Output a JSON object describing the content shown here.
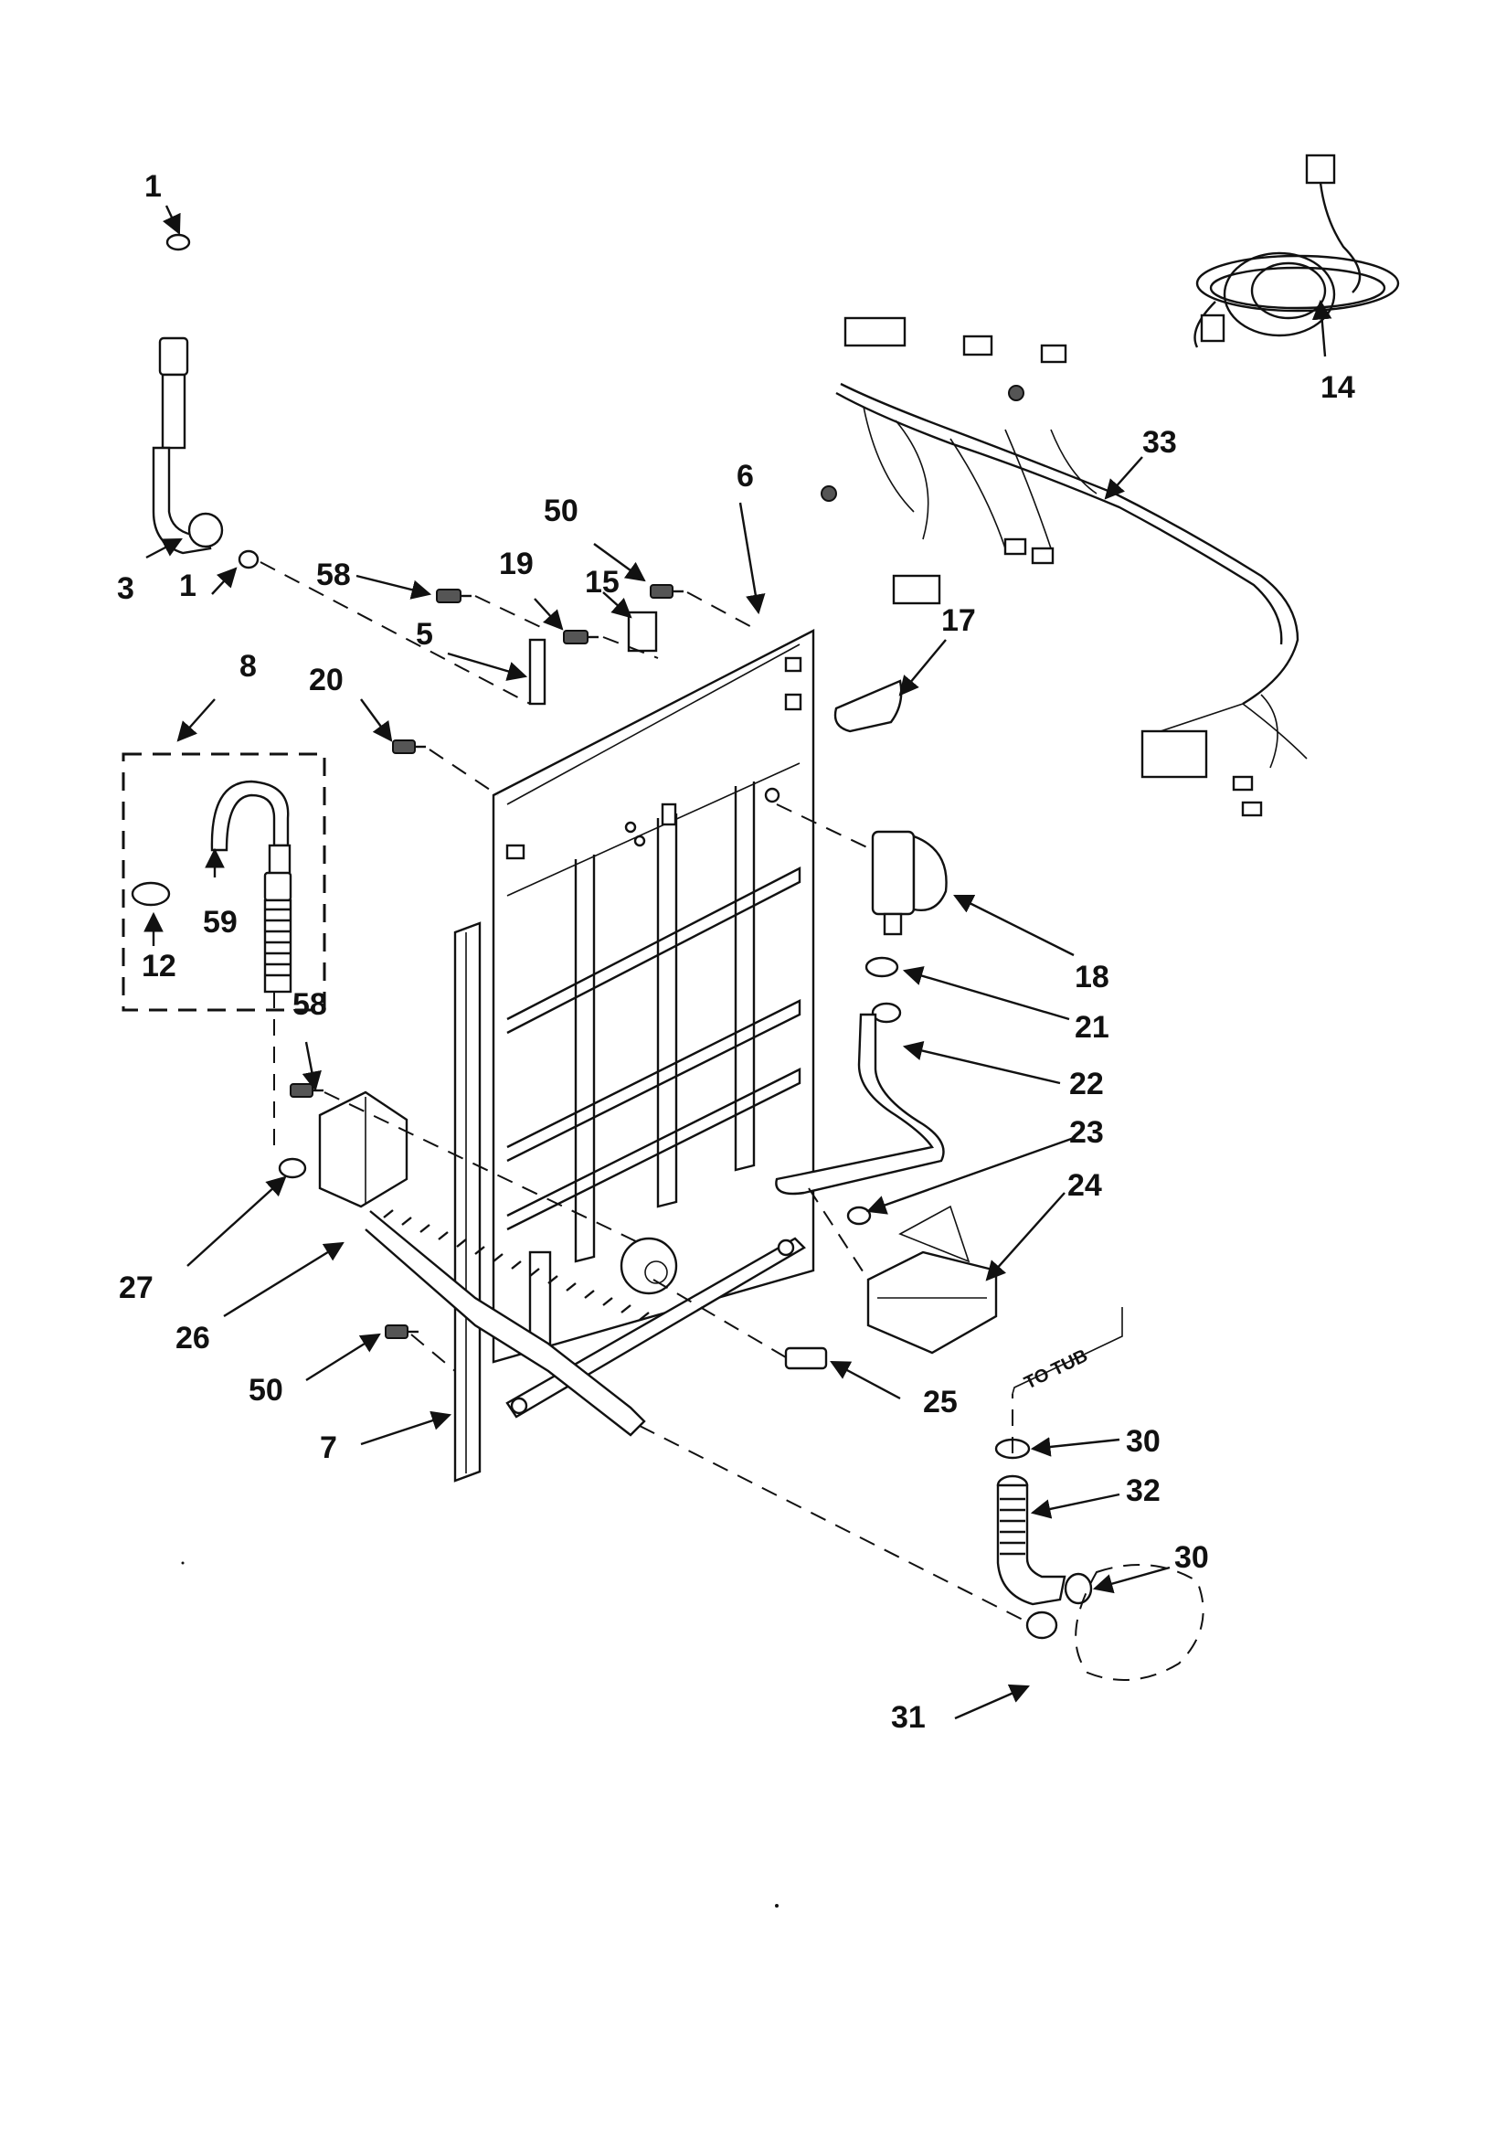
{
  "labels": {
    "l1a": "1",
    "l1b": "1",
    "l3": "3",
    "l58a": "58",
    "l58b": "58",
    "l19": "19",
    "l15": "15",
    "l50a": "50",
    "l50b": "50",
    "l6": "6",
    "l5": "5",
    "l20": "20",
    "l8": "8",
    "l59": "59",
    "l12": "12",
    "l17": "17",
    "l33": "33",
    "l14": "14",
    "l18": "18",
    "l21": "21",
    "l22": "22",
    "l23": "23",
    "l24": "24",
    "l25": "25",
    "l27": "27",
    "l26": "26",
    "l7": "7",
    "l30a": "30",
    "l30b": "30",
    "l32": "32",
    "l31": "31"
  },
  "annotation": {
    "to_tub": "TO TUB"
  }
}
